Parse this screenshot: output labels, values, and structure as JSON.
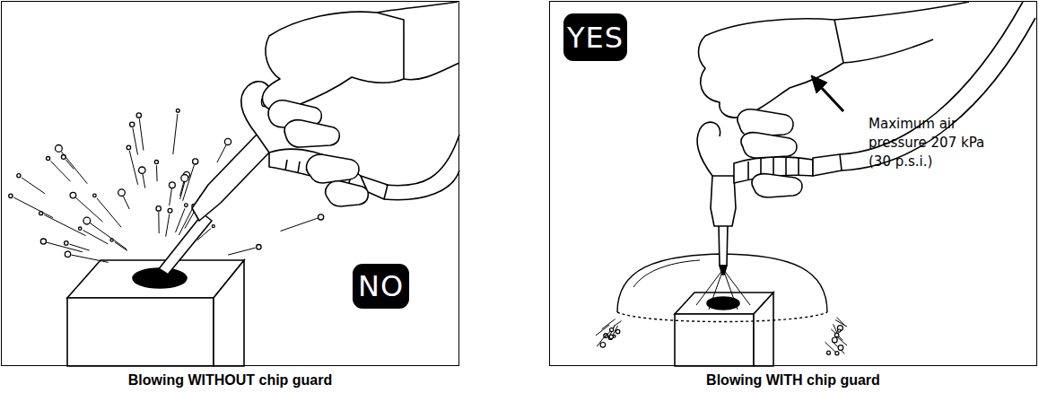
{
  "diagram": {
    "nodes": [
      {
        "text": [
          "Blowing WITHOUT chip guard"
        ]
      },
      {
        "text": [
          "NO"
        ],
        "in": 0
      },
      {
        "text": [
          "Blowing WITH chip guard"
        ]
      },
      {
        "text": [
          "YES"
        ],
        "in": 2
      }
    ],
    "labels": [
      "Maximum air pressure 207 kPa (30 p.s.i.)"
    ]
  }
}
